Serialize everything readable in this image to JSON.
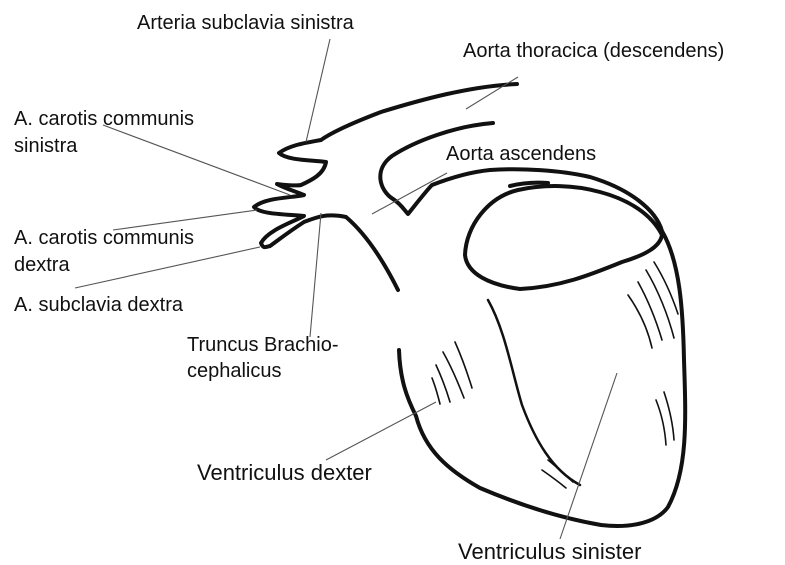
{
  "diagram": {
    "labels": {
      "arteria_subclavia_sinistra": "Arteria subclavia sinistra",
      "aorta_thoracica": "Aorta thoracica (descendens)",
      "a_carotis_communis_sinistra_1": "A. carotis communis",
      "a_carotis_communis_sinistra_2": "sinistra",
      "aorta_ascendens": "Aorta ascendens",
      "a_carotis_communis_dextra_1": "A. carotis communis",
      "a_carotis_communis_dextra_2": "dextra",
      "a_subclavia_dextra": "A. subclavia dextra",
      "truncus_1": "Truncus Brachio-",
      "truncus_2": "cephalicus",
      "ventriculus_dexter": "Ventriculus dexter",
      "ventriculus_sinister": "Ventriculus sinister"
    },
    "colors": {
      "ink": "#111111",
      "leader": "#555555",
      "background": "#ffffff"
    }
  }
}
